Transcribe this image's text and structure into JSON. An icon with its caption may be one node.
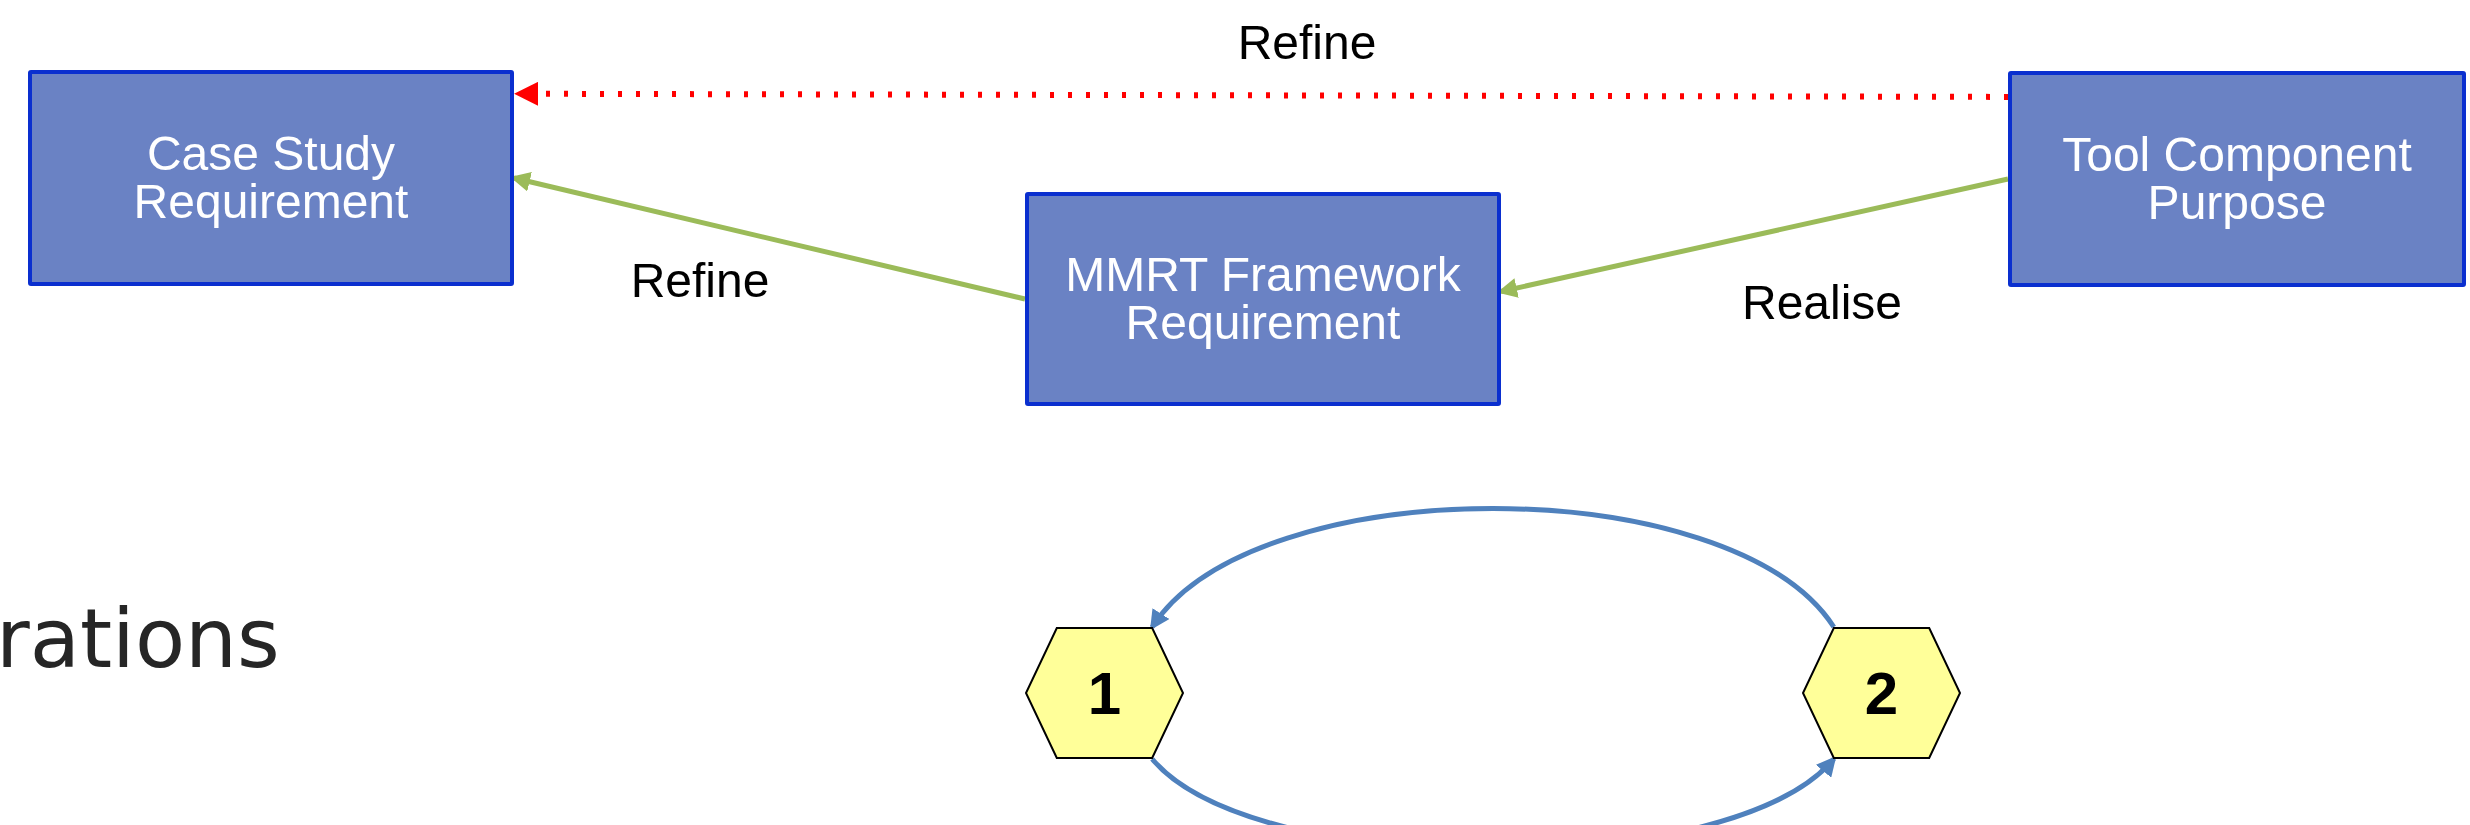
{
  "diagram": {
    "nodes": [
      {
        "text": [
          "Case Study Requirement"
        ]
      },
      {
        "text": [
          "MMRT Framework Requirement"
        ]
      },
      {
        "text": [
          "Tool Component Purpose"
        ]
      },
      {
        "text": [
          "1"
        ]
      },
      {
        "text": [
          "2"
        ]
      }
    ],
    "edges": [
      {
        "from": 2,
        "to": 0,
        "arrow": "to",
        "label": "Refine",
        "style": "dashed",
        "color": "#ff0000"
      },
      {
        "from": 1,
        "to": 0,
        "arrow": "to",
        "label": "Refine",
        "color": "#9bbb59"
      },
      {
        "from": 2,
        "to": 1,
        "arrow": "to",
        "label": "Realise",
        "color": "#9bbb59"
      },
      {
        "from": 4,
        "to": 3,
        "arrow": "to",
        "color": "#4f81bd"
      },
      {
        "from": 3,
        "to": 4,
        "arrow": "to",
        "color": "#4f81bd"
      }
    ],
    "labels": [
      "rations"
    ]
  }
}
